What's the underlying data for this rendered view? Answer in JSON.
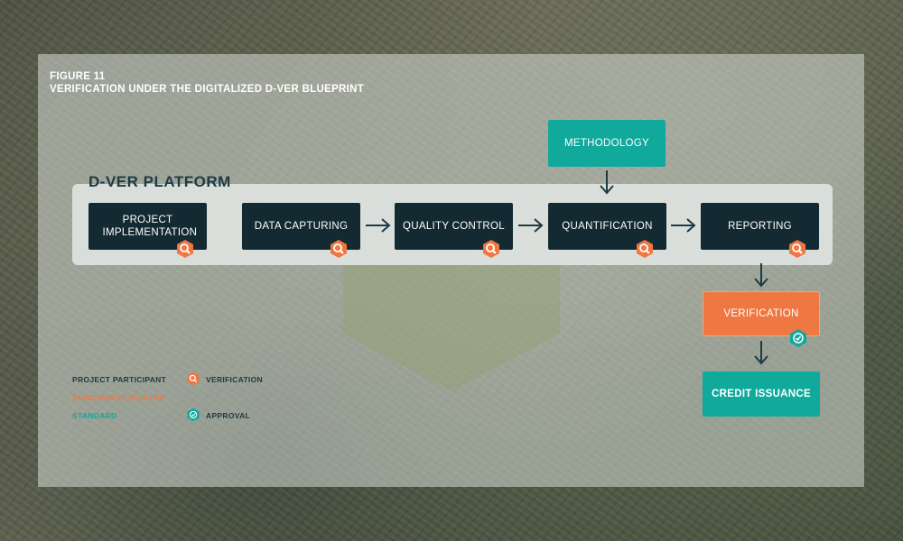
{
  "figure": {
    "number": "FIGURE 11",
    "title": "VERIFICATION UNDER THE DIGITALIZED D-VER BLUEPRINT"
  },
  "platform": {
    "title": "D-VER PLATFORM"
  },
  "steps": {
    "project_implementation": "PROJECT IMPLEMENTATION",
    "data_capturing": "DATA CAPTURING",
    "quality_control": "QUALITY CONTROL",
    "quantification": "QUANTIFICATION",
    "reporting": "REPORTING",
    "methodology": "METHODOLOGY",
    "verification": "VERIFICATION",
    "credit_issuance": "CREDIT ISSUANCE"
  },
  "legend": {
    "project_participant": "PROJECT PARTICIPANT",
    "third_party_auditor": "THIRD-PARTY AUDITOR",
    "standard": "STANDARD",
    "verification": "VERIFICATION",
    "approval": "APPROVAL"
  },
  "colors": {
    "project_participant": "#142a32",
    "third_party_auditor": "#ef7742",
    "standard": "#10a99b"
  },
  "icons": {
    "verification": "magnifier-icon",
    "approval": "check-circle-icon"
  }
}
